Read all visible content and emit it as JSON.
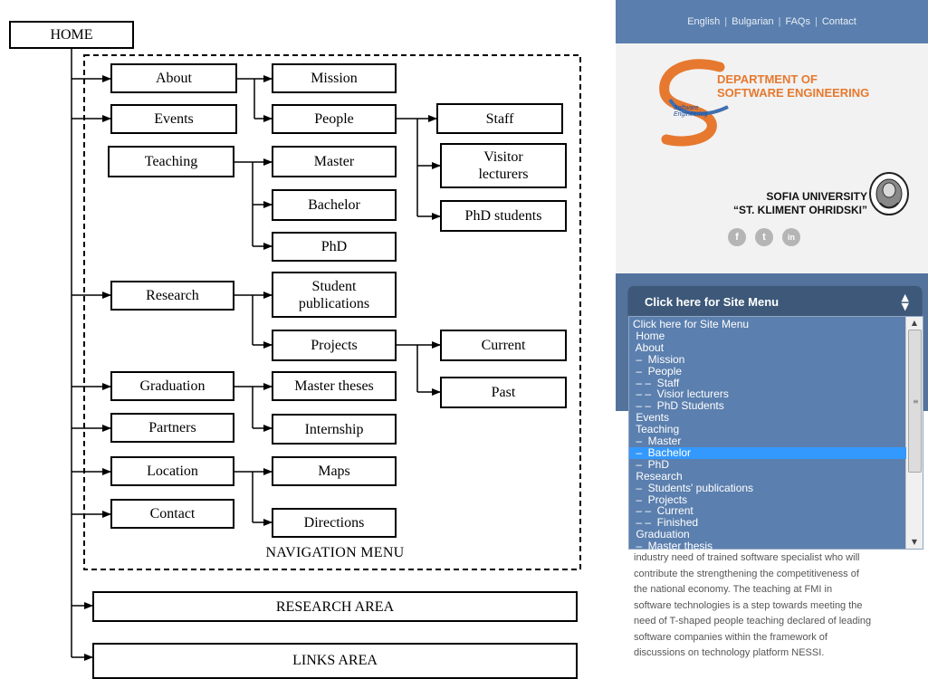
{
  "diagram": {
    "home": "HOME",
    "nav_menu_label": "NAVIGATION MENU",
    "about": "About",
    "events": "Events",
    "teaching": "Teaching",
    "research": "Research",
    "graduation": "Graduation",
    "partners": "Partners",
    "location": "Location",
    "contact": "Contact",
    "mission": "Mission",
    "people": "People",
    "master": "Master",
    "bachelor": "Bachelor",
    "phd": "PhD",
    "student_publications": "Student\npublications",
    "projects": "Projects",
    "master_theses": "Master theses",
    "internship": "Internship",
    "maps": "Maps",
    "directions": "Directions",
    "staff": "Staff",
    "visitor_lecturers": "Visitor\nlecturers",
    "phd_students": "PhD students",
    "current": "Current",
    "past": "Past",
    "research_area": "RESEARCH AREA",
    "links_area": "LINKS AREA"
  },
  "site": {
    "top_links": [
      "English",
      "Bulgarian",
      "FAQs",
      "Contact"
    ],
    "dept_line1": "DEPARTMENT OF",
    "dept_line2": "SOFTWARE ENGINEERING",
    "logo_small_line1": "Software",
    "logo_small_line2": "Engineering",
    "uni_line1": "SOFIA UNIVERSITY",
    "uni_line2": "“ST. KLIMENT OHRIDSKI”",
    "social": [
      {
        "name": "facebook-icon",
        "glyph": "f"
      },
      {
        "name": "twitter-icon",
        "glyph": "t"
      },
      {
        "name": "linkedin-icon",
        "glyph": "in"
      }
    ],
    "select_label": "Click here for Site Menu",
    "options": [
      "Click here for Site Menu",
      " Home",
      " About",
      " –  Mission",
      " –  People",
      " – –  Staff",
      " – –  Visior lecturers",
      " – –  PhD Students",
      " Events",
      " Teaching",
      " –  Master",
      " –  Bachelor",
      " –  PhD",
      " Research",
      " –  Students' publications",
      " –  Projects",
      " – –  Current",
      " – –  Finished",
      " Graduation",
      " –  Master thesis"
    ],
    "selected_option": " –  Bachelor",
    "body_lines": [
      "industry need of trained software specialist who will",
      "contribute the strengthening the competitiveness of",
      "the national economy. The teaching at FMI in",
      "software technologies is a step towards meeting the",
      "need of T-shaped people teaching declared of leading",
      "software companies within the framework of",
      "discussions on technology platform NESSI."
    ],
    "colors": {
      "header_blue": "#5a7fae",
      "menu_blue": "#54739c",
      "select_dark": "#3d5879",
      "dept_orange": "#e6792f",
      "selected_highlight": "#3399ff"
    }
  }
}
